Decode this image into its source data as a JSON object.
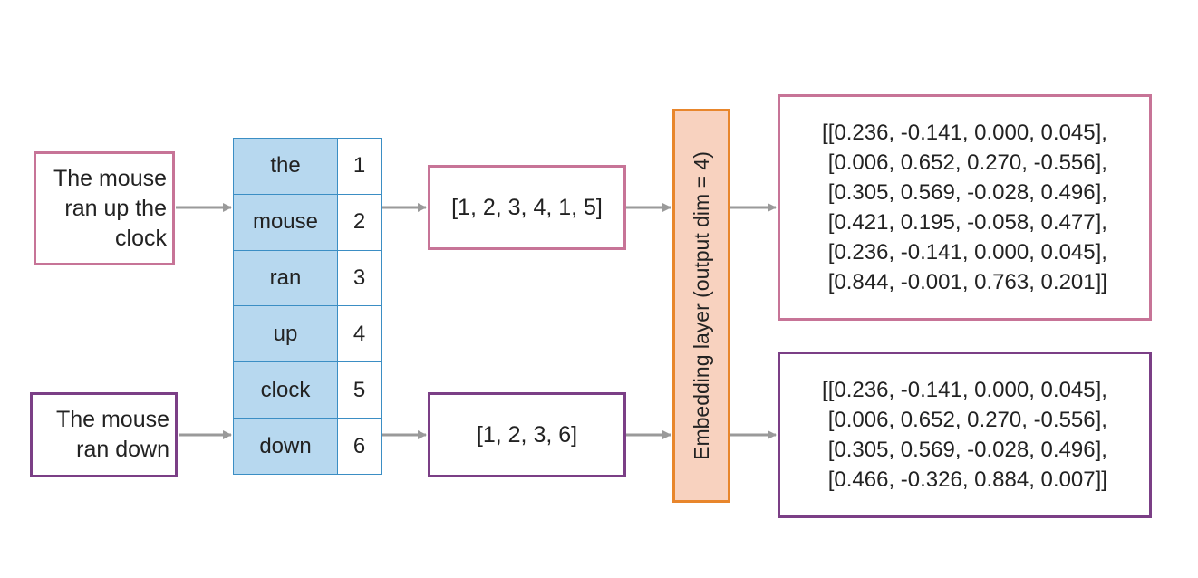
{
  "sentences": [
    {
      "text": "The mouse\nran up the\nclock"
    },
    {
      "text": "The mouse\nran down"
    }
  ],
  "vocabulary": [
    {
      "word": "the",
      "index": "1"
    },
    {
      "word": "mouse",
      "index": "2"
    },
    {
      "word": "ran",
      "index": "3"
    },
    {
      "word": "up",
      "index": "4"
    },
    {
      "word": "clock",
      "index": "5"
    },
    {
      "word": "down",
      "index": "6"
    }
  ],
  "sequences": [
    "[1, 2, 3, 4, 1, 5]",
    "[1, 2, 3, 6]"
  ],
  "embedding_layer": {
    "label": "Embedding layer (output dim = 4)"
  },
  "outputs": [
    {
      "lines": [
        "[[0.236, -0.141, 0.000, 0.045],",
        " [0.006, 0.652, 0.270, -0.556],",
        " [0.305, 0.569, -0.028, 0.496],",
        " [0.421, 0.195, -0.058, 0.477],",
        " [0.236, -0.141, 0.000, 0.045],",
        " [0.844, -0.001, 0.763, 0.201]]"
      ]
    },
    {
      "lines": [
        "[[0.236, -0.141, 0.000, 0.045],",
        " [0.006, 0.652, 0.270, -0.556],",
        " [0.305, 0.569, -0.028, 0.496],",
        " [0.466, -0.326, 0.884, 0.007]]"
      ]
    }
  ],
  "colors": {
    "pink_border": "#c77497",
    "purple_border": "#7b3f86",
    "vocab_fill": "#b7d8ef",
    "vocab_border": "#3b8ec4",
    "embed_fill": "#f8d2bf",
    "embed_border": "#e8862c",
    "arrow": "#9a9a9a"
  }
}
